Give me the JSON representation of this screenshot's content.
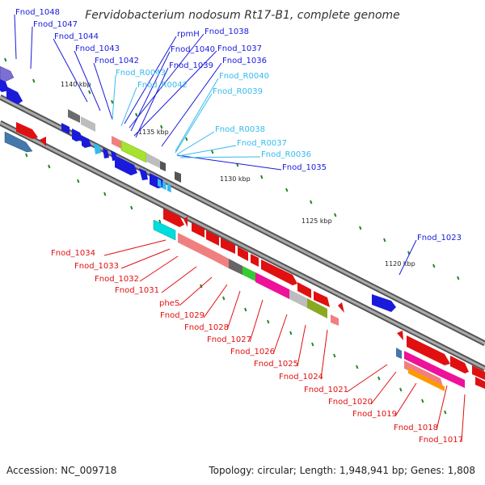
{
  "title": "Fervidobacterium nodosum Rt17-B1, complete genome",
  "accession": "Accession: NC_009718",
  "summary": "Topology: circular; Length: 1,948,941 bp; Genes: 1,808",
  "colors": {
    "forward_gene": "#1a1adb",
    "reverse_gene": "#e01010",
    "rna_gene": "#33bbee",
    "backbone": "#888888",
    "tick": "#228822"
  },
  "scale": {
    "ticks": [
      "1140 kbp",
      "1135 kbp",
      "1130 kbp",
      "1125 kbp",
      "1120 kbp"
    ]
  },
  "labels": {
    "forward": [
      "Fnod_1048",
      "Fnod_1047",
      "Fnod_1044",
      "Fnod_1043",
      "Fnod_1042",
      "rpmH",
      "Fnod_1038",
      "Fnod_1040",
      "Fnod_1037",
      "Fnod_1039",
      "Fnod_1036",
      "Fnod_1035",
      "Fnod_1023"
    ],
    "rna": [
      "Fnod_R0043",
      "Fnod_R0042",
      "Fnod_R0040",
      "Fnod_R0039",
      "Fnod_R0038",
      "Fnod_R0037",
      "Fnod_R0036"
    ],
    "reverse": [
      "Fnod_1034",
      "Fnod_1033",
      "Fnod_1032",
      "Fnod_1031",
      "pheS",
      "Fnod_1029",
      "Fnod_1028",
      "Fnod_1027",
      "Fnod_1026",
      "Fnod_1025",
      "Fnod_1024",
      "Fnod_1021",
      "Fnod_1020",
      "Fnod_1019",
      "Fnod_1018",
      "Fnod_1017"
    ]
  }
}
